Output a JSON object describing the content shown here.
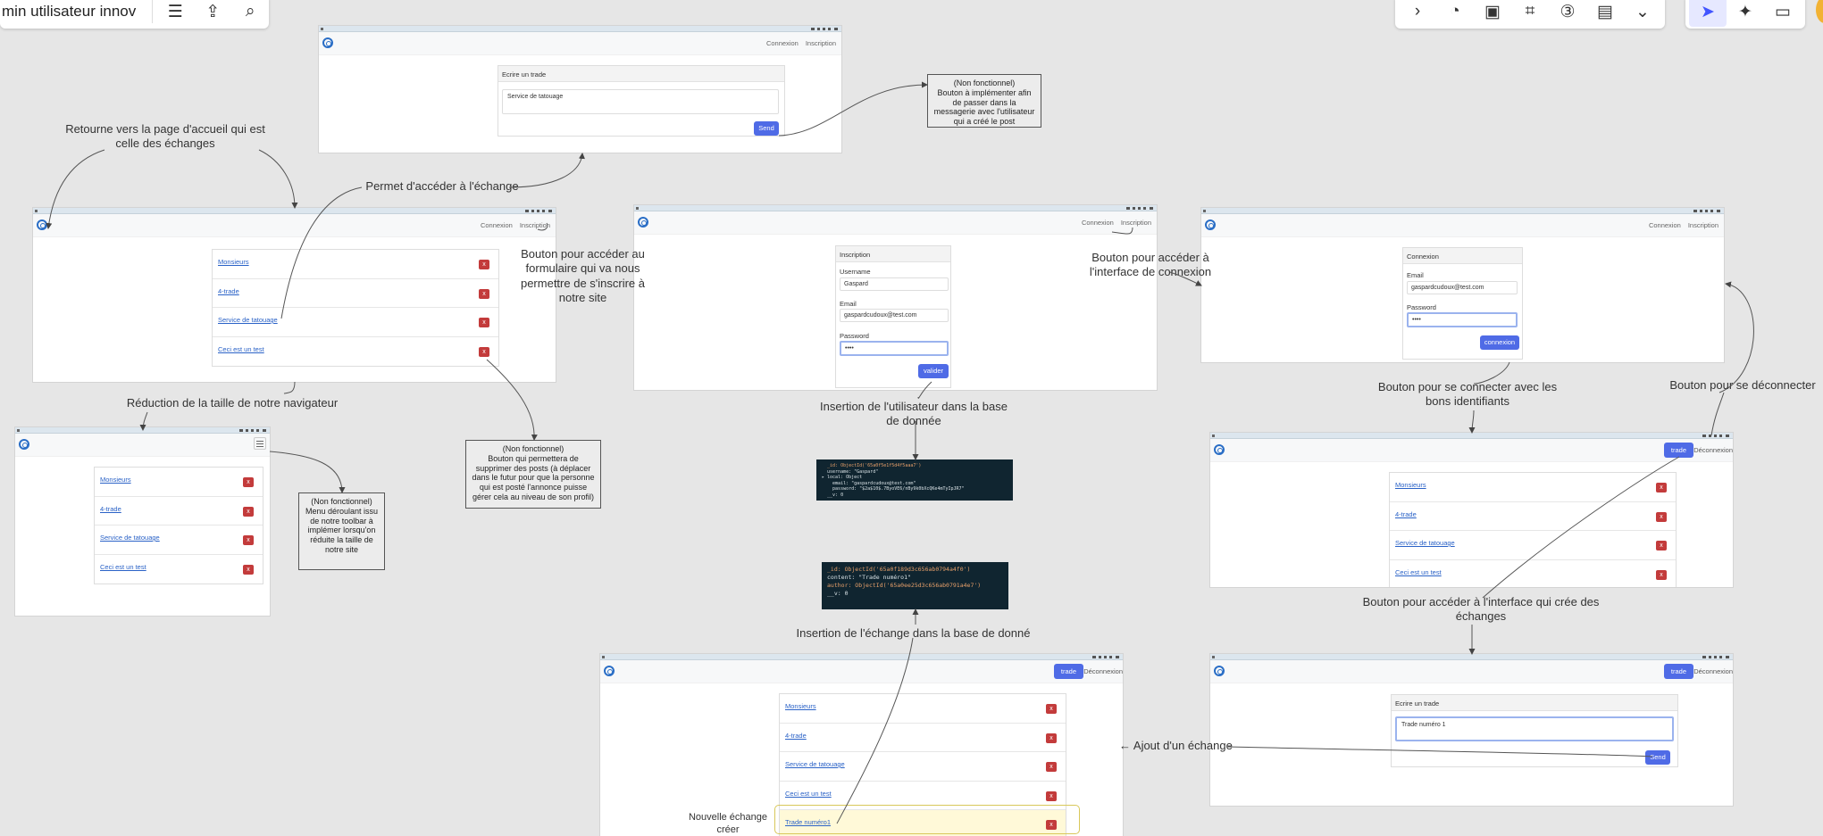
{
  "toolbar": {
    "board_title": "min utilisateur innov",
    "left_icons": [
      "menu-icon",
      "export-icon",
      "search-icon"
    ],
    "right_icons": [
      "chevron-right-icon",
      "timer-icon",
      "card-icon",
      "screen-capture-icon",
      "page-count-icon",
      "notes-icon",
      "double-chevron-down-icon"
    ],
    "right2_icons": [
      "select-pointer-icon",
      "celebrate-icon",
      "comment-icon"
    ]
  },
  "site": {
    "nav_login": "Connexion",
    "nav_register": "Inscription",
    "nav_trade": "trade",
    "nav_logout": "Déconnexion",
    "x_label": "x",
    "trades": [
      "Monsieurs",
      "4-trade",
      "Service de tatouage",
      "Ceci est un test"
    ],
    "trades_new": "Trade numéro1"
  },
  "write_trade": {
    "header": "Ecrire un trade",
    "value_top": "Service de tatouage",
    "value_bottom": "Trade numéro 1",
    "send": "Send"
  },
  "register": {
    "header": "Inscription",
    "username_label": "Username",
    "username_value": "Gaspard",
    "email_label": "Email",
    "email_value": "gaspardcudoux@test.com",
    "password_label": "Password",
    "password_value": "••••",
    "submit": "valider"
  },
  "login": {
    "header": "Connexion",
    "email_label": "Email",
    "email_value": "gaspardcudoux@test.com",
    "password_label": "Password",
    "password_value": "••••",
    "submit": "connexion"
  },
  "notes": {
    "send_nonfunctional": "(Non fonctionnel)\nBouton à implémenter afin de passer dans la messagerie avec l'utilisateur qui a créé le post",
    "delete_nonfunctional": "(Non fonctionnel)\nBouton qui permettera de supprimer des posts (à déplacer dans le futur pour que la personne qui est posté l'annonce puisse gérer cela au niveau de son profil)",
    "menu_nonfunctional": "(Non fonctionnel)\nMenu déroulant issu de notre toolbar à implémer lorsqu'on réduite la taille de notre site"
  },
  "annotations": {
    "home": "Retourne vers la page d'accueil qui est celle des échanges",
    "access_trade": "Permet d'accéder à l'échange",
    "register_btn": "Bouton pour accéder au formulaire qui va nous permettre de s'inscrire à notre site",
    "login_btn": "Bouton pour accéder à l'interface de connexion",
    "resize": "Réduction de la taille de notre navigateur",
    "insert_user": "Insertion de l'utilisateur dans la base de donnée",
    "connect": "Bouton pour se connecter avec les bons identifiants",
    "logout": "Bouton pour se déconnecter",
    "trade_interface": "Bouton pour accéder à l'interface qui crée des échanges",
    "insert_trade": "Insertion de l'échange dans la base de donné",
    "add_trade": "← Ajout d'un échange",
    "new_trade": "Nouvelle échange créer"
  },
  "db": {
    "user_lines": [
      "  _id: ObjectId('65a0f5e1f5d4f5aaa7')",
      "  username: \"Gaspard\"",
      "▸ local: Object",
      "    email: \"gaspardcudoux@test.com\"",
      "    password: \"$2a$10$.7ByoVE6/nBy9k0bXcQKe4mTyIpJR7\"",
      "  __v: 0"
    ],
    "trade_lines": [
      "_id: ObjectId('65a0f189d3c656ab0794a4f0')",
      "content: \"Trade numéro1\"",
      "author: ObjectId('65a0ee25d3c656ab0791a4e7')",
      "__v: 0"
    ]
  }
}
